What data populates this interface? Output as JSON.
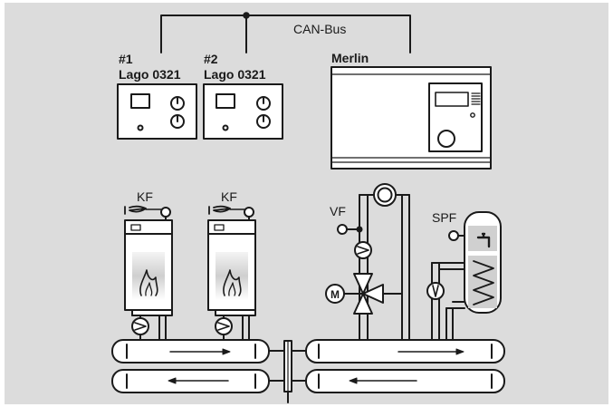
{
  "bus": {
    "label": "CAN-Bus"
  },
  "controllers": [
    {
      "number": "#1",
      "name": "Lago 0321"
    },
    {
      "number": "#2",
      "name": "Lago 0321"
    }
  ],
  "main_controller": {
    "name": "Merlin"
  },
  "sensors": {
    "boiler_1": "KF",
    "boiler_2": "KF",
    "flow": "VF",
    "storage": "SPF"
  },
  "motor_symbol": "M",
  "icons": [
    "flame-icon",
    "burner-icon",
    "tap-icon",
    "pump-icon",
    "mixing-valve-icon",
    "motor-icon"
  ],
  "colors": {
    "background": "#dcdcdc",
    "stroke": "#1a1a1a",
    "fill": "#ffffff"
  }
}
